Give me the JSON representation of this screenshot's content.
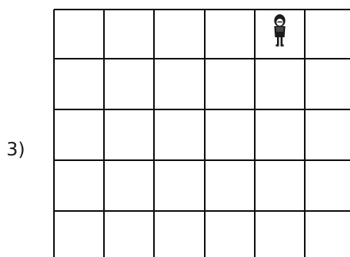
{
  "problem": {
    "label": "3)"
  },
  "grid": {
    "columns": 6,
    "rows_visible": 5,
    "line_color": "#111111"
  },
  "character": {
    "icon": "girl-figure-icon",
    "column": 5,
    "row": 1
  }
}
